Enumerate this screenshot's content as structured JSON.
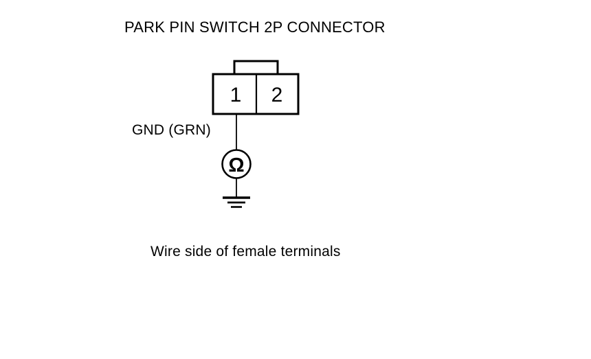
{
  "figure": {
    "title": "PARK PIN SWITCH 2P CONNECTOR",
    "caption": "Wire side of female terminals",
    "background_color": "#ffffff",
    "line_color": "#000000"
  },
  "connector": {
    "name": "PARK PIN SWITCH 2P CONNECTOR",
    "pin_count": 2,
    "pins": [
      {
        "number": "1",
        "label": "GND (GRN)"
      },
      {
        "number": "2",
        "label": ""
      }
    ]
  },
  "wire": {
    "label": "GND (GRN)",
    "from_pin": "1",
    "to": "ohmmeter"
  },
  "meter": {
    "type": "ohmmeter",
    "symbol": "Ω",
    "icon": "ohmmeter-icon"
  },
  "ground": {
    "symbol": "earth-ground",
    "icon": "ground-icon",
    "bars": 3
  }
}
